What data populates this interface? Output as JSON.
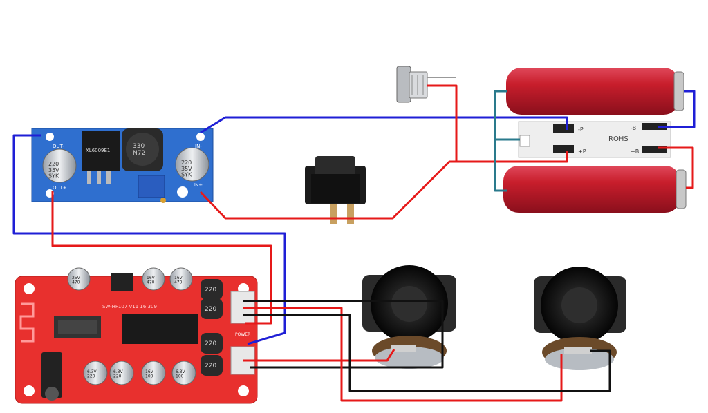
{
  "colors": {
    "wire_blue": "#1f1fd6",
    "wire_red": "#e61919",
    "wire_black": "#111111",
    "wire_teal": "#2a7a8c",
    "buck_board": "#2f6fcf",
    "amp_board": "#e8302e",
    "battery": "#c81e2c"
  },
  "buck_converter": {
    "out_minus": "OUT-",
    "out_plus": "OUT+",
    "in_minus": "IN-",
    "in_plus": "IN+",
    "cap_text": "220\n35V\nSYK",
    "inductor_text": "330\nN72",
    "chip_text": "XL6009E1"
  },
  "bms": {
    "label": "ROHS",
    "b_minus": "-B",
    "b_plus": "+B",
    "p_minus": "-P",
    "p_plus": "+P"
  },
  "amp_board": {
    "model": "SW-HF107 V11 16.309",
    "inductor_labels": [
      "220",
      "220",
      "220",
      "220"
    ],
    "caps_top": [
      "25V\n470",
      "16V\n470",
      "16V\n470"
    ],
    "caps_bottom": [
      "6.3V\n220",
      "6.3V\n220",
      "16V\n100",
      "6.3V\n100"
    ],
    "power_label": "POWER"
  }
}
